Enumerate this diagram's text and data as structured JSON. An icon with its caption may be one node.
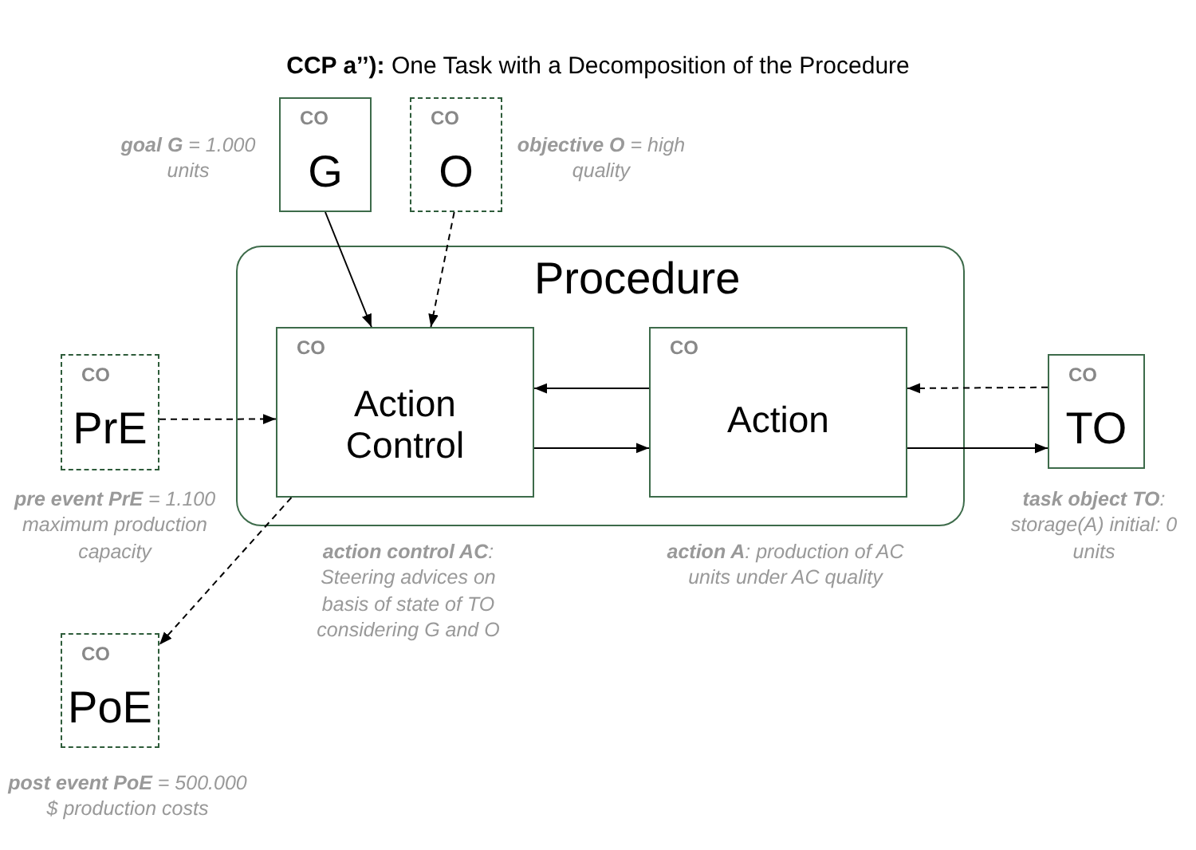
{
  "diagram": {
    "title": "**CCP a’’):** One Task with a Decomposition of the Procedure",
    "nodes": [
      {
        "text": [
          "CO",
          "G"
        ],
        "beside": [
          "**goal G** = 1.000 units"
        ]
      },
      {
        "text": [
          "CO",
          "O"
        ],
        "beside": [
          "**objective O** = high quality"
        ]
      },
      {
        "text": [
          "CO",
          "PrE"
        ],
        "beside": [
          "**pre event PrE** = 1.100 maximum production capacity"
        ]
      },
      {
        "text": [
          "Procedure"
        ]
      },
      {
        "text": [
          "CO",
          "Action Control"
        ],
        "in": 3,
        "beside": [
          "**action control AC**: Steering advices on basis of state of TO considering G and O"
        ]
      },
      {
        "text": [
          "CO",
          "Action"
        ],
        "in": 3,
        "beside": [
          "**action A**: production of AC units under AC quality"
        ]
      },
      {
        "text": [
          "CO",
          "TO"
        ],
        "beside": [
          "**task object TO**: storage(A) initial: 0 units"
        ]
      },
      {
        "text": [
          "CO",
          "PoE"
        ],
        "beside": [
          "**post event PoE** = 500.000 $ production costs"
        ]
      }
    ],
    "edges": [
      {
        "from": 0,
        "to": 4,
        "arrow": "to"
      },
      {
        "from": 1,
        "to": 4,
        "arrow": "to",
        "style": "dashed"
      },
      {
        "from": 2,
        "to": 4,
        "arrow": "to",
        "style": "dashed"
      },
      {
        "from": 5,
        "to": 4,
        "arrow": "to"
      },
      {
        "from": 4,
        "to": 5,
        "arrow": "to"
      },
      {
        "from": 6,
        "to": 5,
        "arrow": "to",
        "style": "dashed"
      },
      {
        "from": 5,
        "to": 6,
        "arrow": "to"
      },
      {
        "from": 4,
        "to": 7,
        "arrow": "to",
        "style": "dashed"
      }
    ]
  }
}
